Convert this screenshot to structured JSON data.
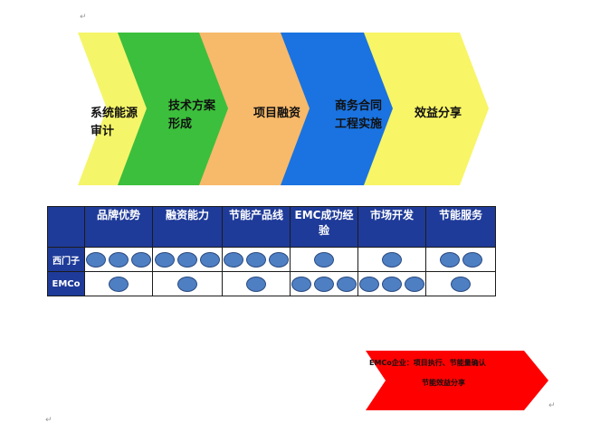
{
  "process": {
    "steps": [
      {
        "line1": "系统能源",
        "line2": "审计",
        "color": "#f5f56a"
      },
      {
        "line1": "技术方案",
        "line2": "形成",
        "color": "#3cbf3c"
      },
      {
        "line1": "项目融资",
        "line2": "",
        "color": "#f7b96a"
      },
      {
        "line1": "商务合同",
        "line2": "工程实施",
        "color": "#1a73e0"
      },
      {
        "line1": "效益分享",
        "line2": "",
        "color": "#f8f566"
      }
    ]
  },
  "table": {
    "headers": [
      "品牌优势",
      "融资能力",
      "节能产品线",
      "EMC成功经验",
      "市场开发",
      "节能服务"
    ],
    "rows": [
      {
        "label": "西门子",
        "counts": [
          3,
          3,
          3,
          1,
          1,
          2
        ]
      },
      {
        "label": "EMCo",
        "counts": [
          1,
          1,
          1,
          3,
          3,
          1
        ]
      }
    ]
  },
  "callout": {
    "line1": "EMCo企业：项目执行、节能量确认",
    "line2": "节能效益分享",
    "color": "#ff0000"
  }
}
